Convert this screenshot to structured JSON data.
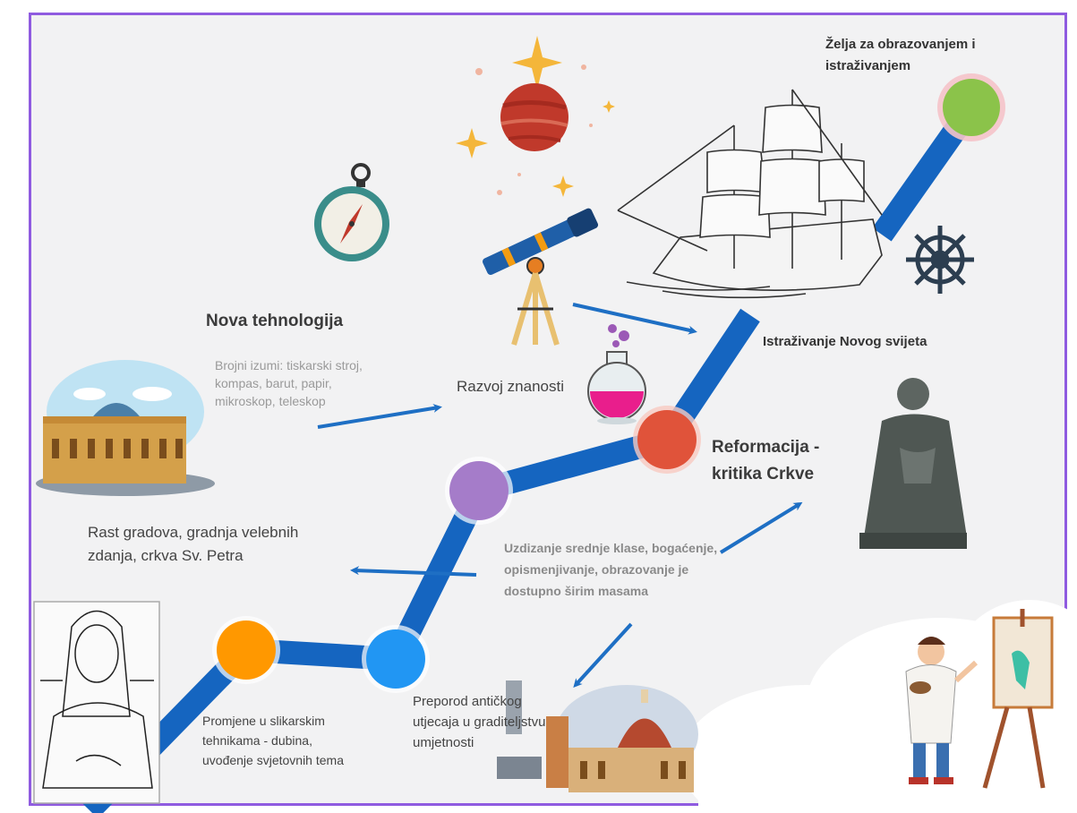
{
  "labels": {
    "zelja": "Želja za obrazovanjem i istraživanjem",
    "nova_tehnologija_title": "Nova tehnologija",
    "nova_tehnologija_text": "Brojni izumi: tiskarski stroj, kompas, barut, papir, mikroskop, teleskop",
    "razvoj_znanosti": "Razvoj znanosti",
    "istrazivanje": "Istraživanje Novog svijeta",
    "reformacija": "Reformacija - kritika Crkve",
    "rast_gradova": "Rast gradova, gradnja velebnih zdanja, crkva Sv. Petra",
    "uzdizanje": "Uzdizanje srednje klase, bogaćenje, opismenjivanje, obrazovanje je dostupno širim masama",
    "preporod": "Preporod antičkog utjecaja u graditeljstvu umjetnosti",
    "promjene": "Promjene u slikarskim tehnikama - dubina, uvođenje svjetovnih tema"
  },
  "colors": {
    "frame": "#8f5be0",
    "path": "#1565c0",
    "arrow": "#1e6fc4",
    "node_orange": "#ff9800",
    "node_blue": "#2196f3",
    "node_purple": "#a57cc9",
    "node_red": "#e0533a",
    "node_green": "#8bc34a"
  },
  "icons": [
    "compass-icon",
    "planet-icon",
    "star-icon",
    "telescope-icon",
    "flask-icon",
    "ship-icon",
    "ship-wheel-icon",
    "basilica-icon",
    "luther-statue-icon",
    "mona-lisa-sketch-icon",
    "florence-cathedral-icon",
    "painter-icon"
  ]
}
